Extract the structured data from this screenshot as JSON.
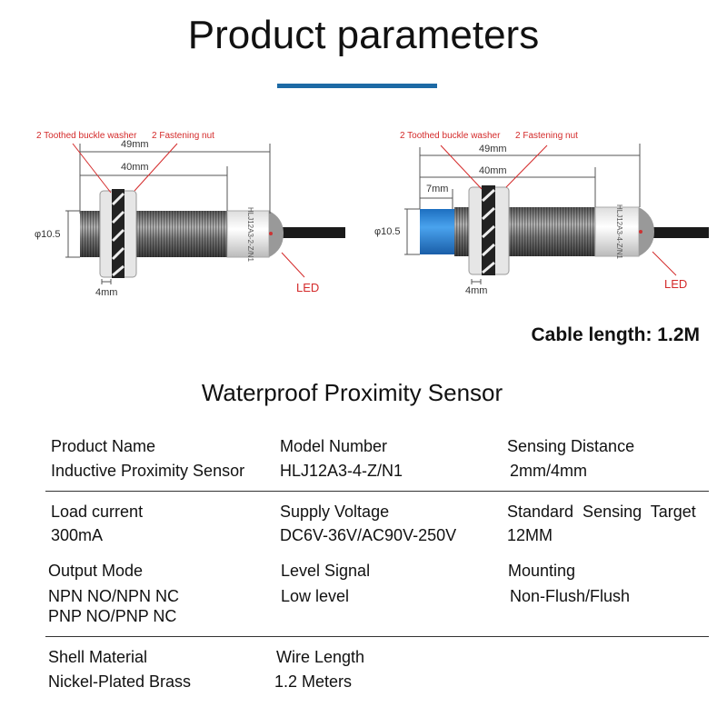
{
  "title": "Product parameters",
  "colors": {
    "accent": "#1d6aa5",
    "annotation": "#d42a2a",
    "sensing_face": "#2f8fe0"
  },
  "diagrams": [
    {
      "washer_label": "2 Toothed buckle washer",
      "nut_label": "2 Fastening nut",
      "overall_length": "49mm",
      "thread_length": "40mm",
      "diameter": "φ10.5",
      "nut_width": "4mm",
      "led_label": "LED",
      "model_print": "HLJ12A3-2-Z/N1"
    },
    {
      "washer_label": "2 Toothed buckle washer",
      "nut_label": "2 Fastening nut",
      "overall_length": "49mm",
      "thread_length": "40mm",
      "face_length": "7mm",
      "diameter": "φ10.5",
      "nut_width": "4mm",
      "led_label": "LED",
      "model_print": "HLJ12A3-4-Z/N1"
    }
  ],
  "cable_length": "Cable length: 1.2M",
  "heading": "Waterproof Proximity Sensor",
  "specs": [
    {
      "label": "Product Name",
      "value": "Inductive Proximity Sensor"
    },
    {
      "label": "Model Number",
      "value": "HLJ12A3-4-Z/N1"
    },
    {
      "label": "Sensing Distance",
      "value": "2mm/4mm"
    },
    {
      "label": "Load current",
      "value": "300mA"
    },
    {
      "label": "Supply Voltage",
      "value": "DC6V-36V/AC90V-250V"
    },
    {
      "label": "Standard  Sensing  Target",
      "value": "12MM"
    },
    {
      "label": "Output Mode",
      "value": "NPN NO/NPN NC",
      "value2": "PNP NO/PNP NC"
    },
    {
      "label": "Level Signal",
      "value": "Low level"
    },
    {
      "label": "Mounting",
      "value": "Non-Flush/Flush"
    },
    {
      "label": "Shell Material",
      "value": "Nickel-Plated Brass"
    },
    {
      "label": "Wire Length",
      "value": "1.2 Meters"
    }
  ]
}
